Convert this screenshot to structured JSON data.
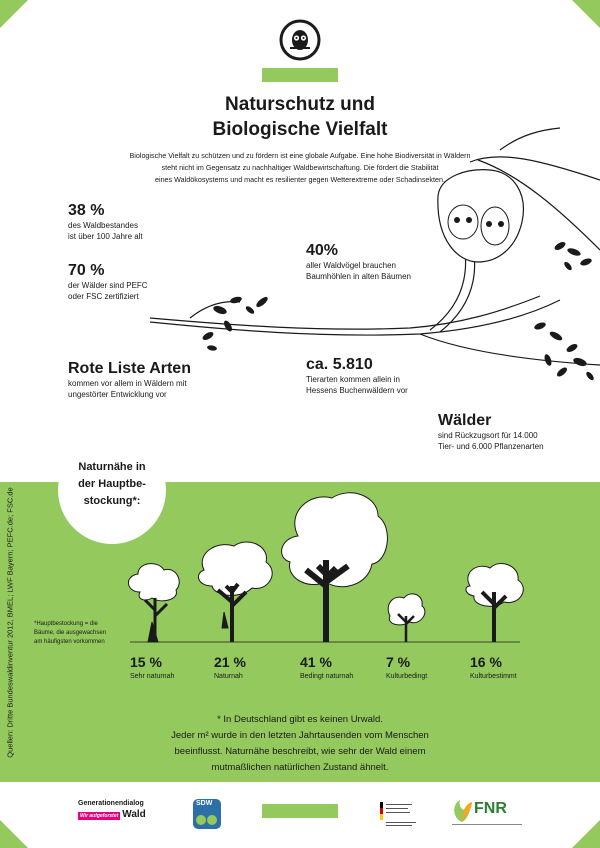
{
  "header": {
    "logo_icon": "owl-icon",
    "title_line1": "Naturschutz und",
    "title_line2": "Biologische Vielfalt",
    "intro_line1": "Biologische Vielfalt zu schützen und zu fördern ist eine globale Aufgabe. Eine hohe Biodiversität in Wäldern",
    "intro_line2": "steht nicht im Gegensatz zu nachhaltiger Waldbewirtschaftung. Die fördert die Stabilität",
    "intro_line3": "eines Waldökosystems und macht es resilienter gegen Wetterextreme oder Schadinsekten."
  },
  "facts": [
    {
      "value": "38 %",
      "line1": "des Waldbestandes",
      "line2": "ist über 100 Jahre alt"
    },
    {
      "value": "70 %",
      "line1": "der Wälder sind PEFC",
      "line2": "oder FSC zertifiziert"
    },
    {
      "value": "40%",
      "line1": "aller Waldvögel brauchen",
      "line2": "Baumhöhlen in alten Bäumen"
    },
    {
      "value": "Rote Liste Arten",
      "line1": "kommen vor allem in Wäldern mit",
      "line2": "ungestörter Entwicklung vor"
    },
    {
      "value": "ca. 5.810",
      "line1": "Tierarten kommen allein in",
      "line2": "Hessens Buchenwäldern vor"
    },
    {
      "value": "Wälder",
      "line1": "sind Rückzugsort für 14.000",
      "line2": "Tier- und 6.000 Pflanzenarten"
    }
  ],
  "naturnaehe": {
    "heading_line1": "Naturnähe in",
    "heading_line2": "der Hauptbe-",
    "heading_line3": "stockung*:",
    "note_line1": "*Hauptbestockung = die",
    "note_line2": "Bäume, die ausgewachsen",
    "note_line3": "am häufigsten vorkommen",
    "categories": [
      {
        "percent": "15 %",
        "label": "Sehr naturnah",
        "value": 15
      },
      {
        "percent": "21 %",
        "label": "Naturnah",
        "value": 21
      },
      {
        "percent": "41 %",
        "label": "Bedingt naturnah",
        "value": 41
      },
      {
        "percent": "7 %",
        "label": "Kulturbedingt",
        "value": 7
      },
      {
        "percent": "16 %",
        "label": "Kulturbestimmt",
        "value": 16
      }
    ]
  },
  "footnote": {
    "line1": "* In Deutschland gibt es keinen Urwald.",
    "line2": "Jeder m² wurde in den letzten Jahrtausenden vom Menschen",
    "line3": "beeinflusst. Naturnähe beschreibt, wie sehr der Wald einem",
    "line4": "mutmaßlichen natürlichen Zustand ähnelt."
  },
  "sources": "Quellen: Dritte Bundeswaldinventur 2012, BMEL; LWF Bayern; PEFC.de; FSC.de",
  "logos": {
    "logo1_line1": "Generationendialog",
    "logo1_tag": "Wir aufgeforstet",
    "logo1_line2": "Wald",
    "logo2": "SDW",
    "logo4": "FNR"
  },
  "colors": {
    "accent_green": "#94c95e",
    "ink": "#1a1a1a",
    "logo_pink": "#e6007e"
  }
}
